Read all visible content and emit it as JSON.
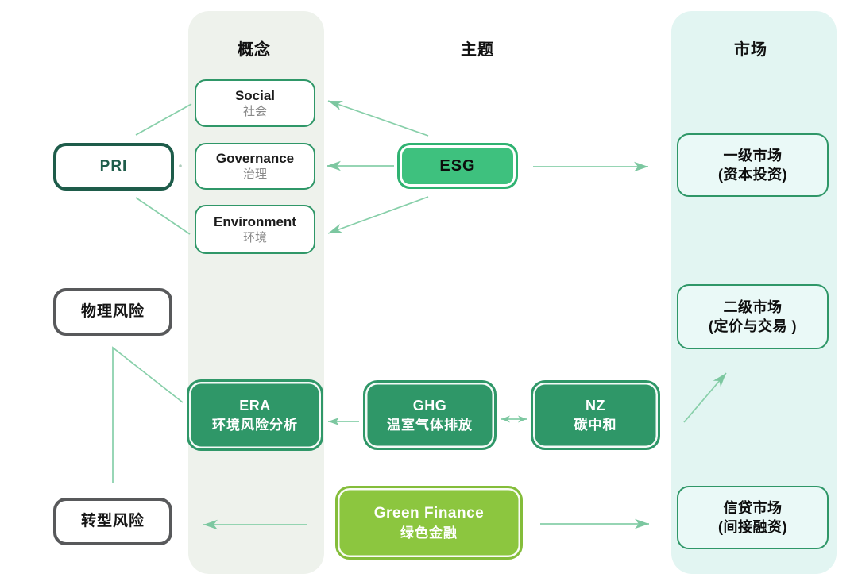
{
  "columns": {
    "concepts": {
      "header": "概念"
    },
    "themes": {
      "header": "主题"
    },
    "markets": {
      "header": "市场"
    }
  },
  "nodes": {
    "pri": {
      "label": "PRI"
    },
    "social": {
      "title": "Social",
      "subtitle": "社会"
    },
    "governance": {
      "title": "Governance",
      "subtitle": "治理"
    },
    "environment": {
      "title": "Environment",
      "subtitle": "环境"
    },
    "physical_risk": {
      "label": "物理风险"
    },
    "transition_risk": {
      "label": "转型风险"
    },
    "esg": {
      "label": "ESG"
    },
    "era": {
      "title": "ERA",
      "subtitle": "环境风险分析"
    },
    "ghg": {
      "title": "GHG",
      "subtitle": "温室气体排放"
    },
    "nz": {
      "title": "NZ",
      "subtitle": "碳中和"
    },
    "green_finance": {
      "title": "Green Finance",
      "subtitle": "绿色金融"
    },
    "primary_market": {
      "title": "一级市场",
      "subtitle": "(资本投资)"
    },
    "secondary_market": {
      "title": "二级市场",
      "subtitle": "(定价与交易 )"
    },
    "credit_market": {
      "title": "信贷市场",
      "subtitle": "(间接融资)"
    }
  },
  "colors": {
    "concepts_panel_bg": "#EEF2EC",
    "markets_panel_bg": "#E2F5F2",
    "green_border": "#2F9768",
    "dark_green_fill": "#2F9768",
    "esg_fill": "#3EC17E",
    "green_finance_fill": "#8CC63F",
    "pri_border": "#1E5C4A",
    "risk_border": "#58595B",
    "arrow_line": "#87CFA9",
    "arrow_head": "#7CC7A0"
  }
}
